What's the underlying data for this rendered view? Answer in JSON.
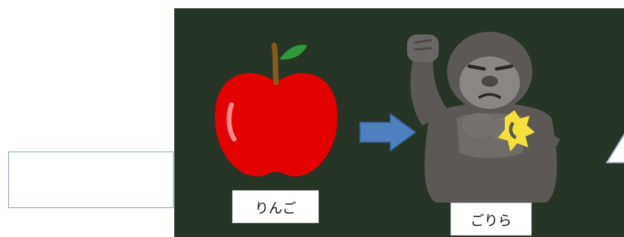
{
  "slide": {
    "background_color": "#263526",
    "items": [
      {
        "label": "りんご",
        "image": "apple-illustration"
      },
      {
        "label": "ごりら",
        "image": "gorilla-illustration"
      }
    ],
    "connector": "right-arrow-icon",
    "next_hint": "speech-bubble-partial"
  },
  "colors": {
    "apple": "#e30000",
    "arrow": "#4f80c0",
    "gorilla": "#5b5855"
  }
}
